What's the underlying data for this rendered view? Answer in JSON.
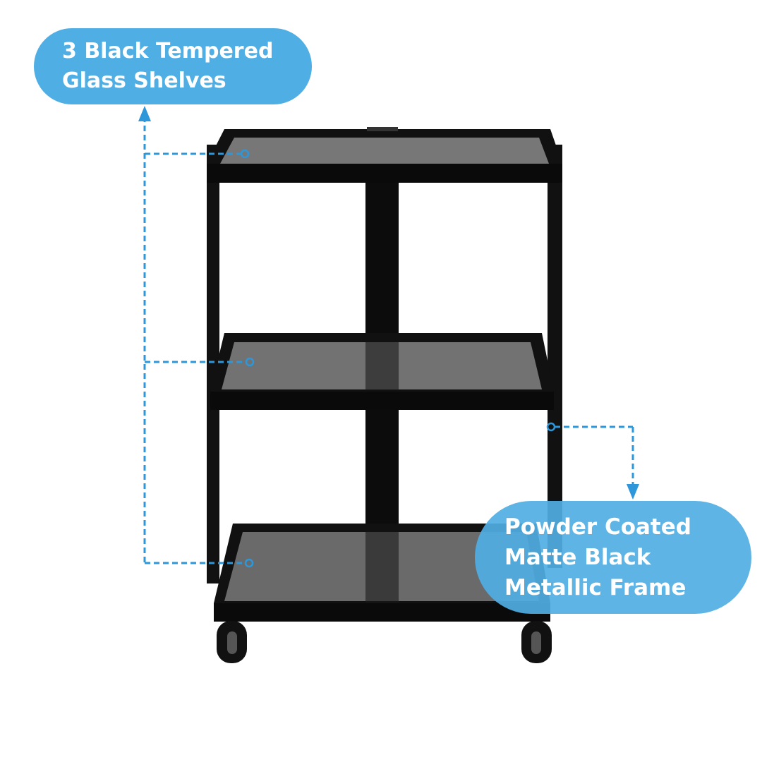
{
  "callouts": {
    "shelves": {
      "lines": [
        "3 Black Tempered",
        "Glass Shelves"
      ]
    },
    "frame": {
      "lines": [
        "Powder Coated",
        "Matte Black",
        "Metallic Frame"
      ]
    }
  },
  "colors": {
    "accent": "#4FAEE3",
    "dash": "#2D97DA",
    "frame": "#0d0d0d",
    "glass": "#6e6e6e"
  }
}
